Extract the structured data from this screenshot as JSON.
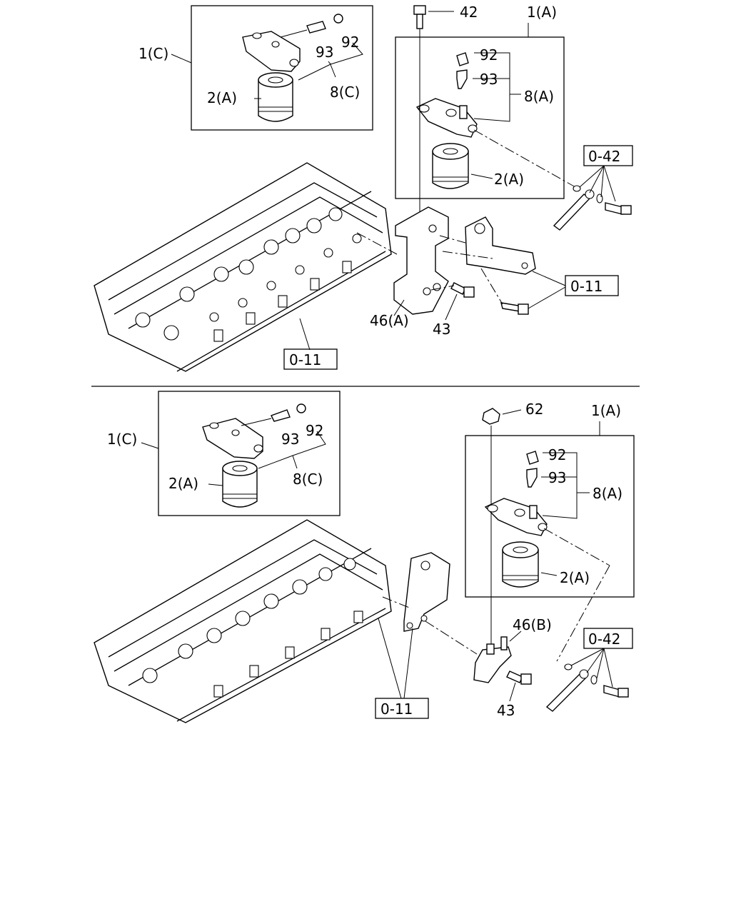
{
  "top": {
    "inset_label": "1(C)",
    "inset_filter": "2(A)",
    "inset_bleeder": "93",
    "inset_cap": "92",
    "inset_kit": "8(C)",
    "bolt_top": "42",
    "assembly_label": "1(A)",
    "cap": "92",
    "bleeder": "93",
    "kit": "8(A)",
    "filter": "2(A)",
    "ref_hose": "0-42",
    "ref_bracket": "0-11",
    "ref_head": "0-11",
    "bracket": "46(A)",
    "bolt_bottom": "43"
  },
  "bottom": {
    "inset_label": "1(C)",
    "inset_filter": "2(A)",
    "inset_bleeder": "93",
    "inset_cap": "92",
    "inset_kit": "8(C)",
    "nut": "62",
    "assembly_label": "1(A)",
    "cap": "92",
    "bleeder": "93",
    "kit": "8(A)",
    "filter": "2(A)",
    "bracket": "46(B)",
    "ref_hose": "0-42",
    "ref_head": "0-11",
    "bolt": "43"
  }
}
